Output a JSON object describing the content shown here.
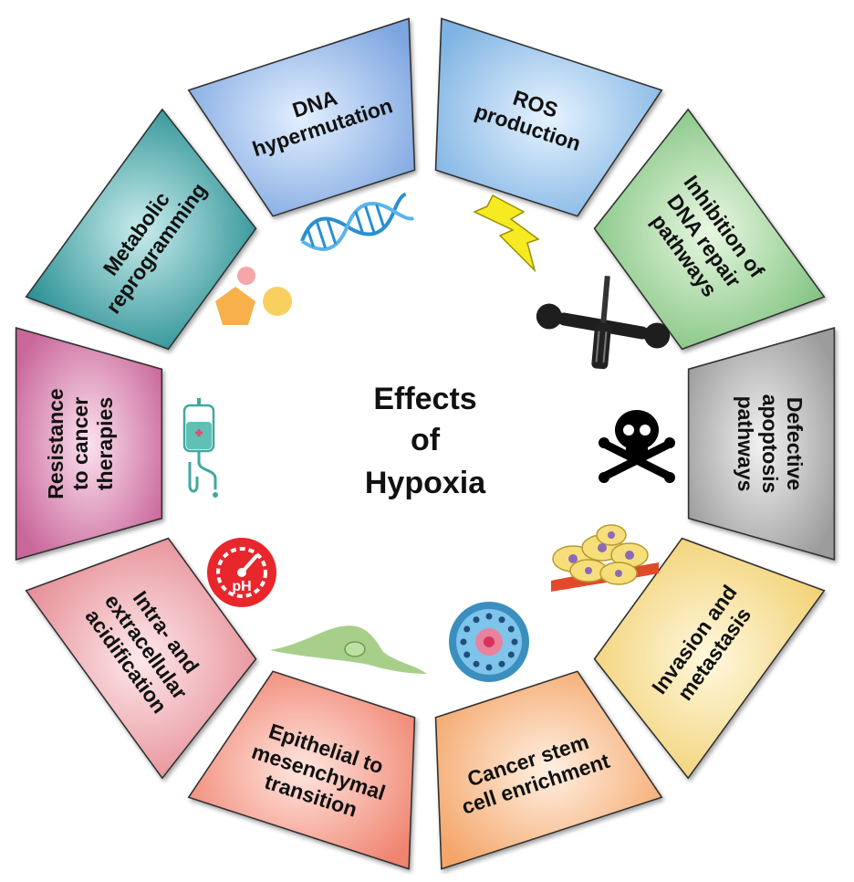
{
  "center": {
    "line1": "Effects",
    "line2": "of",
    "line3": "Hypoxia"
  },
  "segments": [
    {
      "id": "dna-hypermutation",
      "lines": [
        "DNA",
        "hypermutation"
      ],
      "color": "#8fb4e8"
    },
    {
      "id": "ros-production",
      "lines": [
        "ROS",
        "production"
      ],
      "color": "#8fc0e8"
    },
    {
      "id": "inhibition-dna-repair",
      "lines": [
        "Inhibition of",
        "DNA repair",
        "pathways"
      ],
      "color": "#8fcf8a"
    },
    {
      "id": "defective-apoptosis",
      "lines": [
        "Defective",
        "apoptosis",
        "pathways"
      ],
      "color": "#a9a9a9"
    },
    {
      "id": "invasion-metastasis",
      "lines": [
        "Invasion and",
        "metastasis"
      ],
      "color": "#f4d98a"
    },
    {
      "id": "cancer-stem-cell",
      "lines": [
        "Cancer stem",
        "cell enrichment"
      ],
      "color": "#f7b98a"
    },
    {
      "id": "emt",
      "lines": [
        "Epithelial to",
        "mesenchymal",
        "transition"
      ],
      "color": "#f59a8a"
    },
    {
      "id": "acidification",
      "lines": [
        "Intra- and",
        "extracellular",
        "acidification"
      ],
      "color": "#f0a0a0"
    },
    {
      "id": "resistance-therapies",
      "lines": [
        "Resistance",
        "to cancer",
        "therapies"
      ],
      "color": "#e08ab0"
    },
    {
      "id": "metabolic-reprogramming",
      "lines": [
        "Metabolic",
        "reprogramming"
      ],
      "color": "#3fa3a3"
    }
  ],
  "icons": {
    "dna": "dna-helix-icon",
    "ros": "lightning-icon",
    "repair": "wrench-screwdriver-icon",
    "apoptosis": "skull-crossbones-icon",
    "invasion": "cell-cluster-icon",
    "stem": "stem-cell-sphere-icon",
    "emt": "mesenchymal-cell-icon",
    "ph": "ph-gauge-icon",
    "ph_label": "pH",
    "iv": "iv-bag-icon",
    "metabolic": "metabolite-shapes-icon"
  }
}
